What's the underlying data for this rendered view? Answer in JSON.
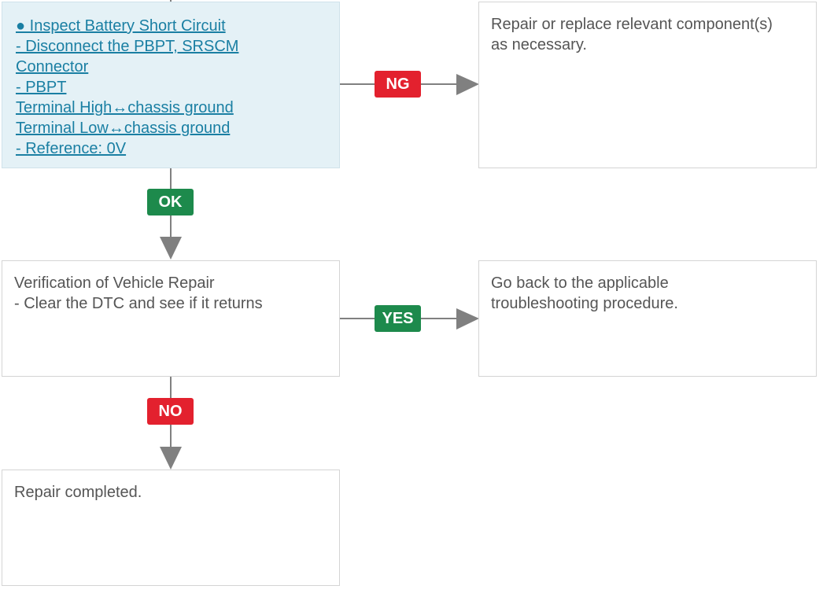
{
  "colors": {
    "ng": "#e3212e",
    "no": "#e3212e",
    "ok": "#1d8a4c",
    "yes": "#1d8a4c",
    "connector": "#808080",
    "link_box_bg": "#e4f1f6",
    "link_text": "#1a7fa3"
  },
  "steps": {
    "inspect": {
      "lines": [
        "● Inspect Battery Short Circuit",
        "- Disconnect the PBPT, SRSCM",
        "Connector",
        "- PBPT",
        "Terminal High↔chassis ground",
        "Terminal Low↔chassis ground",
        "- Reference: 0V"
      ]
    },
    "repair_replace": {
      "lines": [
        "Repair or replace relevant component(s)",
        "as necessary."
      ]
    },
    "verification": {
      "lines": [
        "Verification of Vehicle Repair",
        "- Clear the DTC and see if it returns"
      ]
    },
    "go_back": {
      "lines": [
        "Go back to the applicable",
        "troubleshooting procedure."
      ]
    },
    "completed": {
      "lines": [
        "Repair completed."
      ]
    }
  },
  "badges": {
    "ng": "NG",
    "ok": "OK",
    "yes": "YES",
    "no": "NO"
  }
}
